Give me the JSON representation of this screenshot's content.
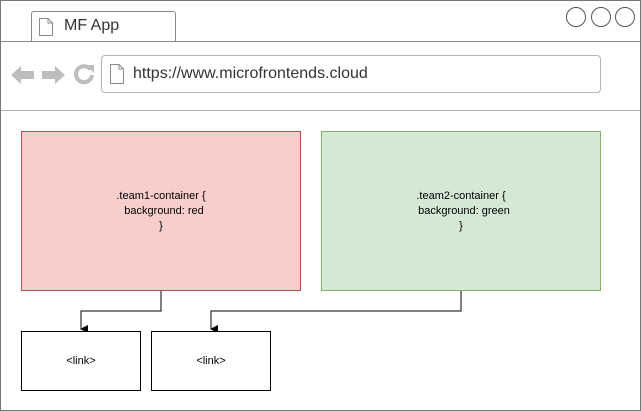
{
  "browser": {
    "tab_title": "MF App",
    "url": "https://www.microfrontends.cloud",
    "icons": [
      "document-icon",
      "back-arrow-icon",
      "forward-arrow-icon",
      "reload-icon",
      "window-control-icon"
    ]
  },
  "diagram": {
    "team1": {
      "code": ".team1-container {\n  background: red\n}",
      "color": "#f8cecc",
      "stroke": "#b85450"
    },
    "team2": {
      "code": ".team2-container {\n  background: green\n}",
      "color": "#d5e8d4",
      "stroke": "#82b366"
    },
    "links": [
      {
        "label": "<link>"
      },
      {
        "label": "<link>"
      }
    ]
  }
}
